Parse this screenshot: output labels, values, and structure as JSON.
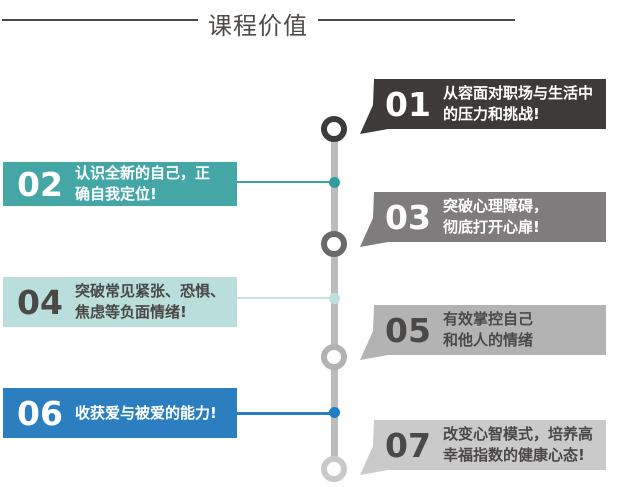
{
  "title": "课程价值",
  "items": [
    {
      "num": "01",
      "line1": "从容面对职场与生活中",
      "line2": "的压力和挑战!"
    },
    {
      "num": "02",
      "line1": "认识全新的自己，正",
      "line2": "确自我定位!"
    },
    {
      "num": "03",
      "line1": "突破心理障碍，",
      "line2": "彻底打开心扉!"
    },
    {
      "num": "04",
      "line1": "突破常见紧张、恐惧、",
      "line2": "焦虑等负面情绪!"
    },
    {
      "num": "05",
      "line1": "有效掌控自己",
      "line2": "和他人的情绪"
    },
    {
      "num": "06",
      "line1": "收获爱与被爱的能力!",
      "line2": ""
    },
    {
      "num": "07",
      "line1": "改变心智模式，培养高",
      "line2": "幸福指数的健康心态!"
    }
  ],
  "colors": {
    "title_text": "#4f4b4a",
    "title_line": "#4d4948",
    "timeline_line": "#bcbcbc",
    "item01_bg": "#3e3a39",
    "item02_bg": "#44a7a6",
    "item03_bg": "#7e7c7c",
    "item04_bg": "#b9dedb",
    "item05_bg": "#b4b3b3",
    "item06_bg": "#2b7fc0",
    "item07_bg": "#cbcaca",
    "dot02": "#2e9d9c",
    "dot04": "#bfe2df",
    "dot06": "#1e7ec4",
    "dark_text": "#4a4948",
    "light_text": "#ffffff"
  }
}
